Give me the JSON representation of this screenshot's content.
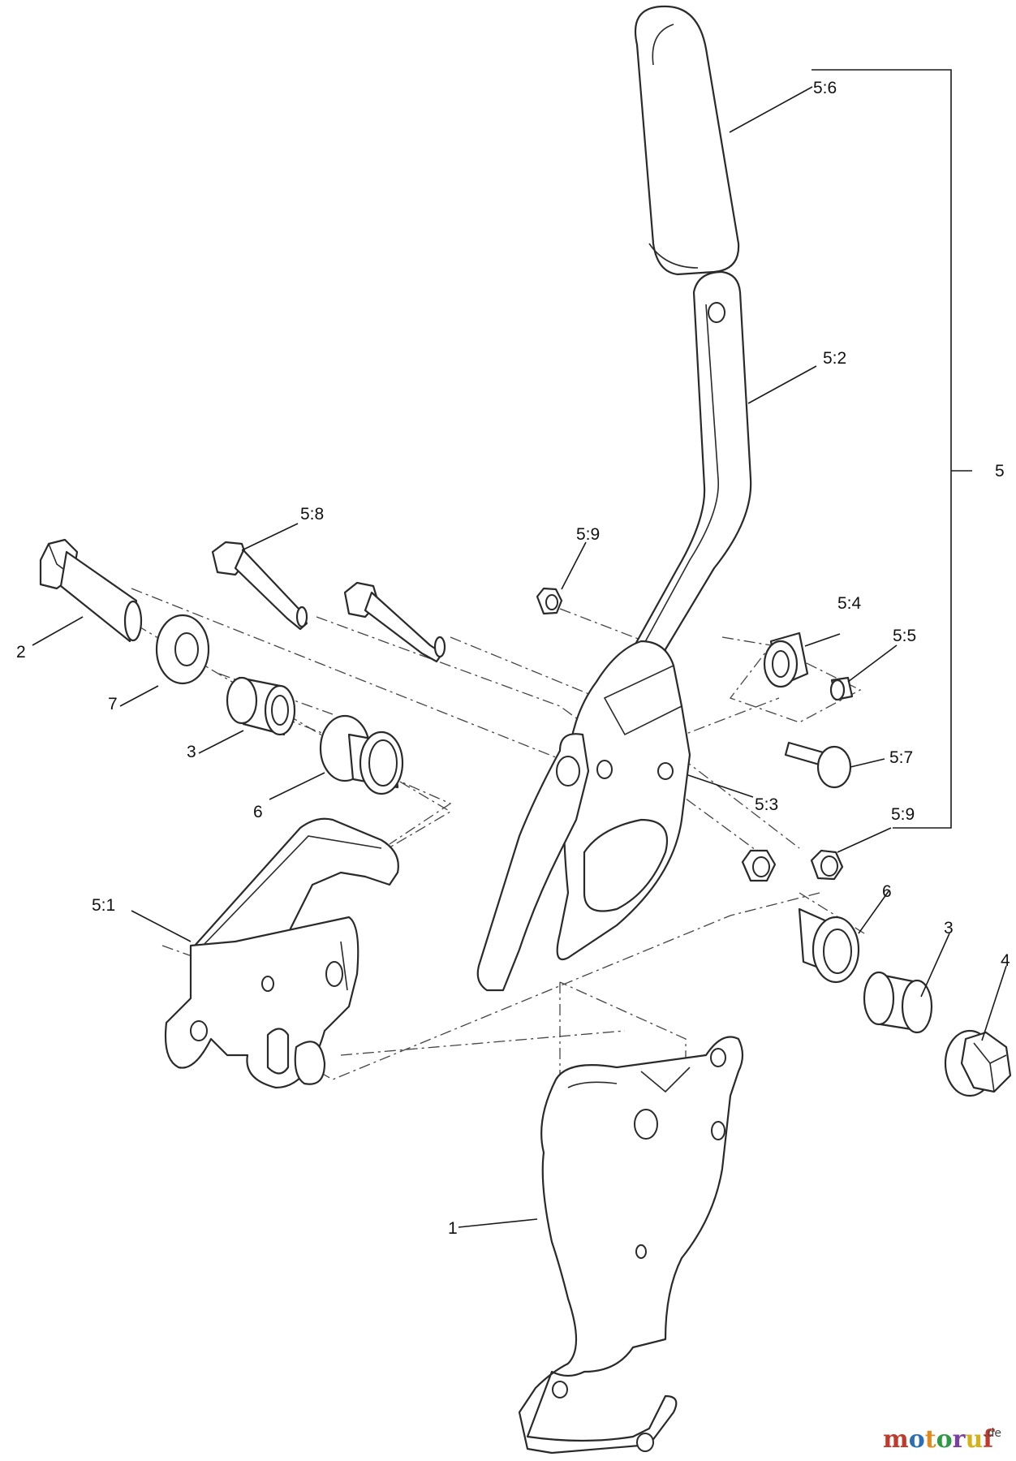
{
  "callouts": {
    "c1": "1",
    "c2": "2",
    "c3a": "3",
    "c3b": "3",
    "c4": "4",
    "c5": "5",
    "c6a": "6",
    "c6b": "6",
    "c7": "7",
    "c5_1": "5:1",
    "c5_2": "5:2",
    "c5_3": "5:3",
    "c5_4": "5:4",
    "c5_5": "5:5",
    "c5_6": "5:6",
    "c5_7": "5:7",
    "c5_8": "5:8",
    "c5_9a": "5:9",
    "c5_9b": "5:9"
  },
  "watermark": {
    "letters": [
      "m",
      "o",
      "t",
      "o",
      "r",
      "u",
      "f"
    ],
    "letter_colors": [
      "#c0392b",
      "#2a6fb5",
      "#e08a1e",
      "#2e9a45",
      "#7a3fa0",
      "#d4b21a",
      "#c0392b"
    ],
    "suffix": ".de"
  }
}
